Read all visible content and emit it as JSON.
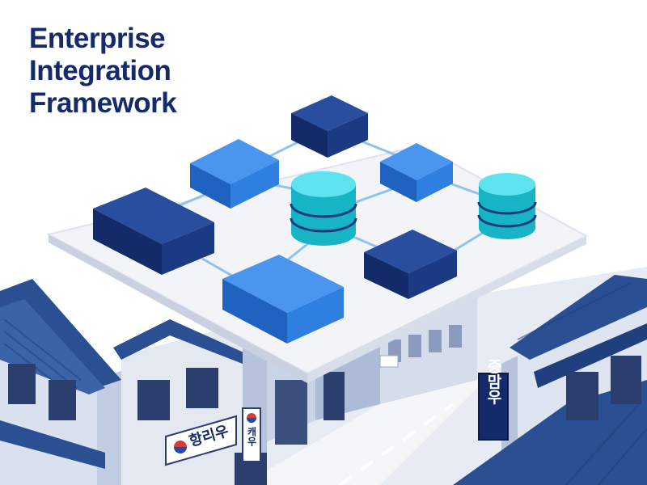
{
  "title": {
    "line1": "Enterprise",
    "line2": "Integration",
    "line3": "Framework"
  },
  "signs": {
    "left_shop": "항리우",
    "pole_small": "캐우",
    "right_vertical": "증맘우"
  },
  "colors": {
    "title": "#142a6b",
    "navy_block": "#1b3a84",
    "mid_block": "#2f7fe0",
    "database": "#1fc9d8",
    "platform": "#eef1f7",
    "roof": "#2a4f93",
    "connector": "#8fc3ee"
  }
}
